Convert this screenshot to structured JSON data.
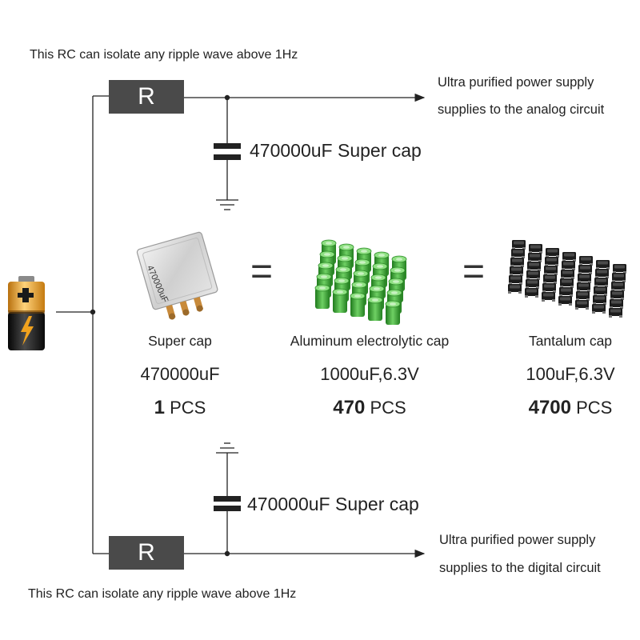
{
  "top_rc": {
    "note": "This RC can isolate any ripple wave above 1Hz",
    "resistor_label": "R",
    "cap_label": "470000uF Super cap",
    "output_line1": "Ultra purified power supply",
    "output_line2": "supplies to the analog circuit"
  },
  "bottom_rc": {
    "note": "This RC can isolate any ripple wave above 1Hz",
    "resistor_label": "R",
    "cap_label": "470000uF Super cap",
    "output_line1": "Ultra purified power supply",
    "output_line2": "supplies to the digital circuit"
  },
  "equals_sign": "=",
  "supercap_marking": "470000uF",
  "comparison": [
    {
      "name": "Super cap",
      "value": "470000uF",
      "qty_number": "1",
      "qty_unit": "PCS"
    },
    {
      "name": "Aluminum electrolytic cap",
      "value": "1000uF,6.3V",
      "qty_number": "470",
      "qty_unit": "PCS"
    },
    {
      "name": "Tantalum cap",
      "value": "100uF,6.3V",
      "qty_number": "4700",
      "qty_unit": "PCS"
    }
  ],
  "colors": {
    "wire": "#222222",
    "resistor_fill": "#4a4a4a",
    "battery_orange": "#e89a1c",
    "battery_black": "#1a1a1a",
    "electrolytic_green": "#3fae3a",
    "tantalum_black": "#1c1c1c"
  }
}
